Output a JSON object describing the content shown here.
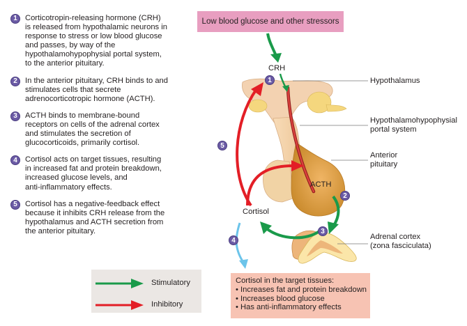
{
  "steps": [
    {
      "number": "1",
      "text_lines": [
        "Corticotropin-releasing hormone (CRH)",
        "is released from hypothalamic neurons in",
        "response to stress or low blood glucose",
        "and passes, by way of the",
        "hypothalamohypophysial portal system,",
        "to the anterior pituitary."
      ]
    },
    {
      "number": "2",
      "text_lines": [
        "In the anterior pituitary, CRH binds to and",
        "stimulates cells that secrete",
        "adrenocorticotropic hormone (ACTH)."
      ]
    },
    {
      "number": "3",
      "text_lines": [
        "ACTH binds to membrane-bound",
        "receptors on cells of the adrenal cortex",
        "and stimulates the secretion of",
        "glucocorticoids, primarily cortisol."
      ]
    },
    {
      "number": "4",
      "text_lines": [
        "Cortisol acts on target tissues, resulting",
        "in increased fat and protein breakdown,",
        "increased glucose levels, and",
        "anti-inflammatory effects."
      ]
    },
    {
      "number": "5",
      "text_lines": [
        "Cortisol has a negative-feedback effect",
        "because it inhibits CRH release from the",
        "hypothalamus and ACTH secretion from",
        "the anterior pituitary."
      ]
    }
  ],
  "diagram": {
    "stressor": "Low blood glucose and other stressors",
    "crh": "CRH",
    "acth": "ACTH",
    "cortisol": "Cortisol",
    "labels": {
      "hypothalamus": "Hypothalamus",
      "portal_line1": "Hypothalamohypophysial",
      "portal_line2": "portal system",
      "anterior_line1": "Anterior",
      "anterior_line2": "pituitary",
      "adrenal_line1": "Adrenal cortex",
      "adrenal_line2": "(zona fasciculata)"
    },
    "badges": {
      "b1": "1",
      "b2": "2",
      "b3": "3",
      "b4": "4",
      "b5": "5"
    }
  },
  "effects": {
    "title": "Cortisol in the target tissues:",
    "items": [
      "• Increases fat and protein breakdown",
      "• Increases blood glucose",
      "• Has anti-inflammatory effects"
    ]
  },
  "legend": {
    "stimulatory": "Stimulatory",
    "inhibitory": "Inhibitory"
  },
  "colors": {
    "stimulatory": "#1a9a4a",
    "inhibitory": "#e31e26",
    "badge": "#6b5ba5",
    "target_arrow": "#6cc4ea"
  }
}
